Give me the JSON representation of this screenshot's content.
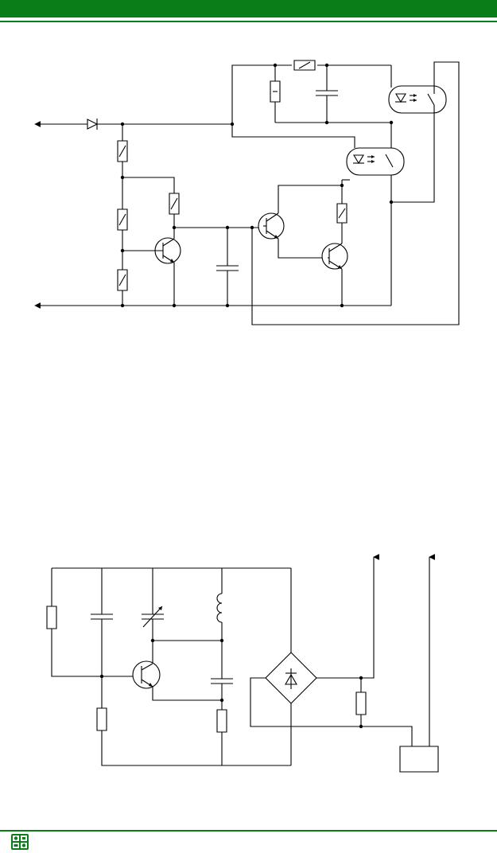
{
  "theme": {
    "header_color": "#0a7d19",
    "rule_color": "#0a7d19",
    "logo_color": "#0a7d19"
  },
  "figures": [
    {
      "id": "circuit-1",
      "components": [
        "diode",
        "resistor",
        "resistor",
        "resistor",
        "resistor",
        "resistor",
        "resistor",
        "npn-transistor",
        "npn-transistor",
        "npn-transistor",
        "capacitor",
        "capacitor",
        "optocoupler",
        "optocoupler"
      ]
    },
    {
      "id": "circuit-2",
      "components": [
        "resistor",
        "resistor",
        "resistor",
        "resistor",
        "capacitor",
        "variable-capacitor",
        "inductor",
        "capacitor",
        "npn-transistor",
        "diode-bridge",
        "box"
      ]
    }
  ]
}
